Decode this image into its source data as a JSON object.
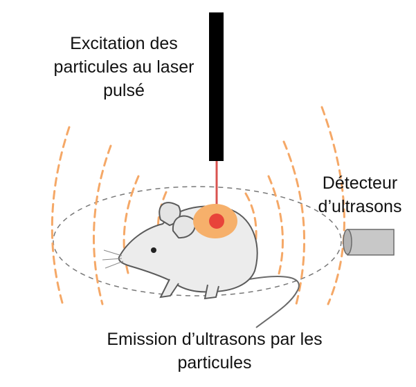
{
  "labels": {
    "laser": [
      "Excitation des",
      "particules au laser",
      "pulsé"
    ],
    "detector": [
      "Détecteur",
      "d’ultrasons"
    ],
    "emission": [
      "Emission d’ultrasons par les",
      "particules"
    ]
  },
  "colors": {
    "laser_beam": "#d9534f",
    "laser_bar": "#000000",
    "excitation_spot": "#f6b06b",
    "excitation_core": "#e8443a",
    "wave": "#f5a867",
    "ellipse": "#777777",
    "detector": "#c8c8c8"
  }
}
